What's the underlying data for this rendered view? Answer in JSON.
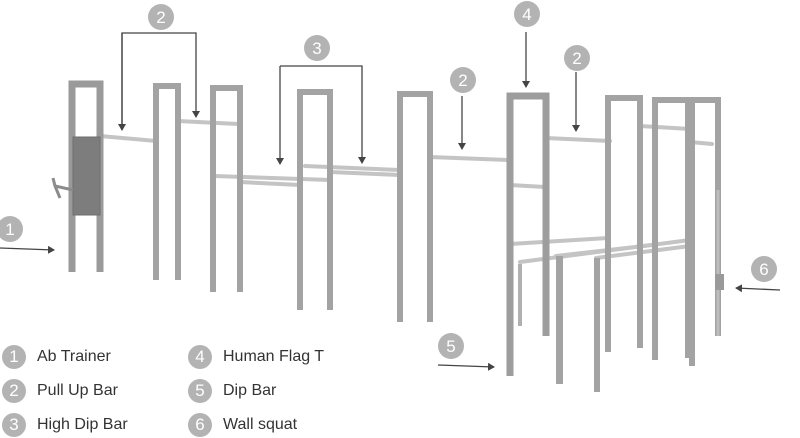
{
  "colors": {
    "badge": "#b3b3b3",
    "arrow": "#444444",
    "frame_front": "#a6a6a6",
    "frame_side": "#8c8c8c",
    "bar": "#c8c8c8",
    "text": "#333333"
  },
  "callouts": [
    {
      "number": "1"
    },
    {
      "number": "2"
    },
    {
      "number": "3"
    },
    {
      "number": "2"
    },
    {
      "number": "4"
    },
    {
      "number": "2"
    },
    {
      "number": "5"
    },
    {
      "number": "6"
    }
  ],
  "legend": [
    {
      "number": "1",
      "label": "Ab Trainer"
    },
    {
      "number": "2",
      "label": "Pull Up Bar"
    },
    {
      "number": "3",
      "label": "High Dip Bar"
    },
    {
      "number": "4",
      "label": "Human Flag T"
    },
    {
      "number": "5",
      "label": "Dip Bar"
    },
    {
      "number": "6",
      "label": "Wall squat"
    }
  ]
}
